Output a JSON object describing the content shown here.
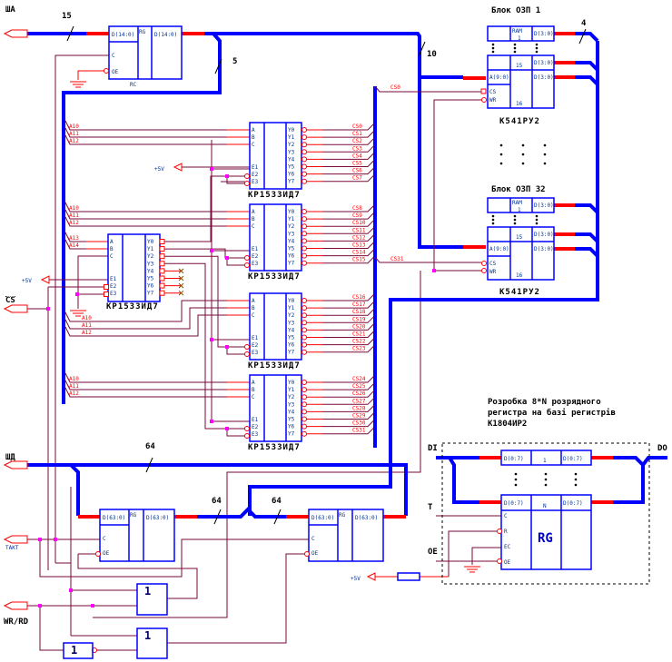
{
  "signals": {
    "address_bus": "ША",
    "data_bus": "ШД",
    "cs": "CS",
    "clock": "ТАКТ",
    "wr_rd": "WR/RD",
    "plus5v": "+5V"
  },
  "bus_widths": {
    "address_in": "15",
    "address_decoder": "5",
    "address_ram": "10",
    "ram_data": "4",
    "data_main": "64",
    "data_mid_left": "64",
    "data_mid_right": "64"
  },
  "registers": {
    "address_reg": {
      "input": "D(14:0)",
      "type": "RG",
      "output": "D(14:0)",
      "clock": "C",
      "oe": "OE",
      "caption": "RC"
    },
    "data_reg_left": {
      "input": "D(63:0)",
      "type": "RG",
      "output": "D(63:0)",
      "clock": "C",
      "oe": "OE"
    },
    "data_reg_right": {
      "input": "D(63:0)",
      "type": "RG",
      "output": "D(63:0)",
      "clock": "C",
      "oe": "OE"
    }
  },
  "decoder": {
    "chip": "КР1533ИД7",
    "inputs": [
      "A",
      "B",
      "C"
    ],
    "enables": [
      "E1",
      "E2",
      "E3"
    ],
    "outputs": [
      "Y0",
      "Y1",
      "Y2",
      "Y3",
      "Y4",
      "Y5",
      "Y6",
      "Y7"
    ],
    "address_lines": [
      "A10",
      "A11",
      "A12"
    ],
    "select_lines": [
      "A13",
      "A14"
    ]
  },
  "cs_lines": [
    "CS0",
    "CS1",
    "CS2",
    "CS3",
    "CS4",
    "CS5",
    "CS6",
    "CS7",
    "CS8",
    "CS9",
    "CS10",
    "CS11",
    "CS12",
    "CS13",
    "CS14",
    "CS15",
    "CS16",
    "CS17",
    "CS18",
    "CS19",
    "CS20",
    "CS21",
    "CS22",
    "CS23",
    "CS24",
    "CS25",
    "CS26",
    "CS27",
    "CS28",
    "CS29",
    "CS30",
    "CS31"
  ],
  "ram_blocks": [
    {
      "title": "Блок ОЗП 1",
      "chip": "К541РУ2",
      "cs": "CS0",
      "top_num": "1",
      "bottom_num": "16",
      "mid_num": "15"
    },
    {
      "title": "Блок ОЗП 32",
      "chip": "К541РУ2",
      "cs": "CS31",
      "top_num": "1",
      "bottom_num": "16",
      "mid_num": "15"
    }
  ],
  "ram_pins": {
    "type": "RAM",
    "address": "A(9:0)",
    "data": "D(3:0)",
    "cs": "CS",
    "wr": "WR"
  },
  "gates": {
    "or_label": "1",
    "not_label": "1"
  },
  "register_detail": {
    "title_lines": [
      "Розробка 8*N розрядного",
      "регистра на базі регистрів",
      "К1804ИР2"
    ],
    "input": "DI",
    "output": "DO",
    "t": "T",
    "oe": "OE",
    "top_slice": "1",
    "bottom_slice": "N",
    "pin_in": "D(0:7)",
    "pin_out": "D(0:7)",
    "rg": "RG",
    "pins": [
      "C",
      "R",
      "EC",
      "OE"
    ]
  },
  "colors": {
    "bus": "#0000ff",
    "bus_end": "#ff0000",
    "wire": "#7a0a3a",
    "pin": "#ff0000",
    "junction": "#ff00ff",
    "chip_outline": "#0000ff"
  }
}
